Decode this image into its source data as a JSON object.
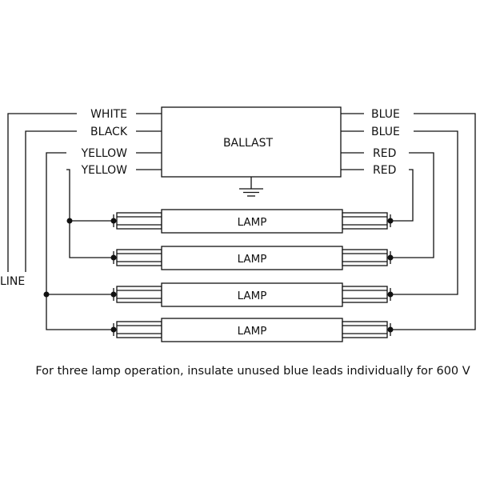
{
  "ballast": {
    "label": "BALLAST"
  },
  "line_label": "LINE",
  "left_leads": [
    "WHITE",
    "BLACK",
    "YELLOW",
    "YELLOW"
  ],
  "right_leads": [
    "BLUE",
    "BLUE",
    "RED",
    "RED"
  ],
  "lamps": [
    "LAMP",
    "LAMP",
    "LAMP",
    "LAMP"
  ],
  "caption": "For three lamp operation, insulate unused blue leads individually for 600 V"
}
